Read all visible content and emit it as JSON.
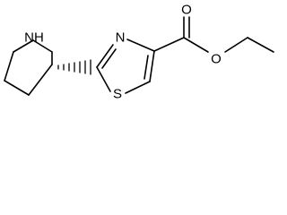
{
  "molecule": {
    "atoms": {
      "pyrrolidine_nitrogen": "NH",
      "thiazole_nitrogen": "N",
      "thiazole_sulfur": "S",
      "carbonyl_oxygen": "O",
      "ester_oxygen": "O"
    }
  }
}
